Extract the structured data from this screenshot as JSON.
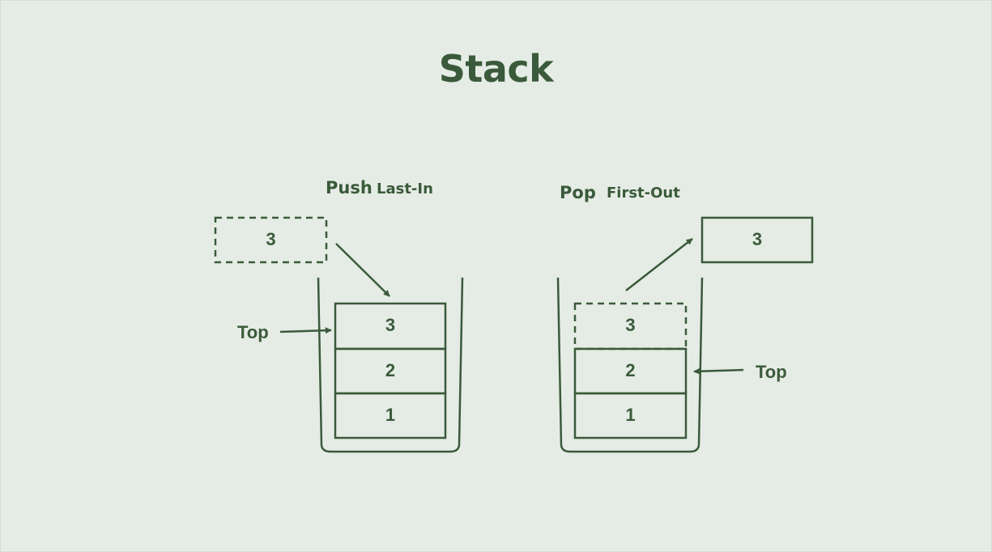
{
  "title": "Stack",
  "push": {
    "op_label": "Push",
    "phrase": "Last-In",
    "incoming_value": "3",
    "top_label": "Top",
    "stack_items": [
      "3",
      "2",
      "1"
    ]
  },
  "pop": {
    "op_label": "Pop",
    "phrase": "First-Out",
    "outgoing_value": "3",
    "top_label": "Top",
    "stack_items": [
      "3",
      "2",
      "1"
    ]
  },
  "colors": {
    "background": "#e5ece5",
    "ink": "#3b5a3b"
  }
}
